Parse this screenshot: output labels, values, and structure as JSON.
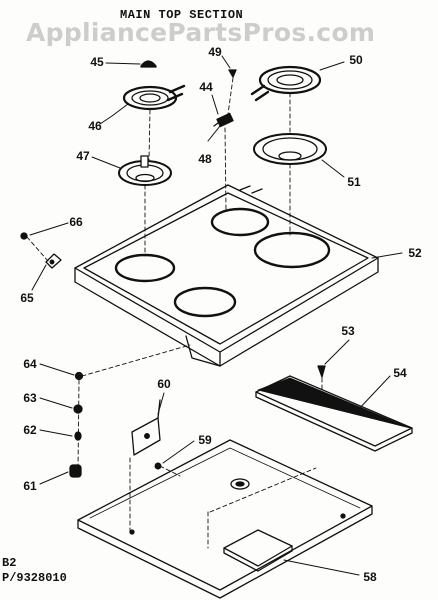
{
  "title": "MAIN TOP SECTION",
  "watermark": "AppliancePartsPros.com",
  "footer": {
    "line1": "B2",
    "line2": "P/9328010"
  },
  "callouts": {
    "p45": "45",
    "p46": "46",
    "p47": "47",
    "p44": "44",
    "p48": "48",
    "p49": "49",
    "p50": "50",
    "p51": "51",
    "p52": "52",
    "p53": "53",
    "p54": "54",
    "p58": "58",
    "p59": "59",
    "p60": "60",
    "p61": "61",
    "p62": "62",
    "p63": "63",
    "p64": "64",
    "p65": "65",
    "p66": "66"
  },
  "colors": {
    "ink": "#111111",
    "paper": "#fdfdfb",
    "watermark": "#a5a5a5"
  }
}
